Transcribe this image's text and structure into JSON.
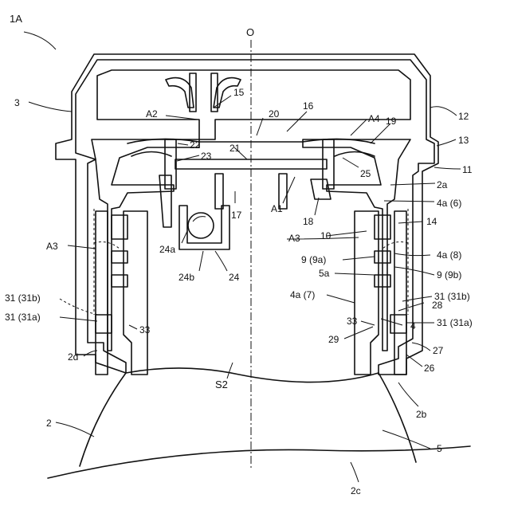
{
  "labels": {
    "fig": "1A",
    "o": "O",
    "n3": "3",
    "n12": "12",
    "n13": "13",
    "n11": "11",
    "a2": "A2",
    "n15": "15",
    "n16": "16",
    "n20": "20",
    "a4": "A4",
    "n19": "19",
    "n22": "22",
    "n23": "23",
    "n21": "21",
    "n25": "25",
    "n2a": "2a",
    "n4a6": "4a (6)",
    "n17": "17",
    "a1": "A1",
    "n18": "18",
    "n14": "14",
    "a3l": "A3",
    "a3r": "A3",
    "n10": "10",
    "n4a8": "4a (8)",
    "n24a": "24a",
    "n9a": "9 (9a)",
    "n9b": "9 (9b)",
    "n5a": "5a",
    "n24b": "24b",
    "n24": "24",
    "n4a7": "4a (7)",
    "n31bl": "31 (31b)",
    "n31br": "31 (31b)",
    "n28": "28",
    "n31al": "31 (31a)",
    "n33l": "33",
    "n33r": "33",
    "n4": "4",
    "n31ar": "31 (31a)",
    "n29": "29",
    "n27": "27",
    "n2d": "2d",
    "n26": "26",
    "s2": "S2",
    "n2b": "2b",
    "n2": "2",
    "n5": "5",
    "n2c": "2c"
  }
}
